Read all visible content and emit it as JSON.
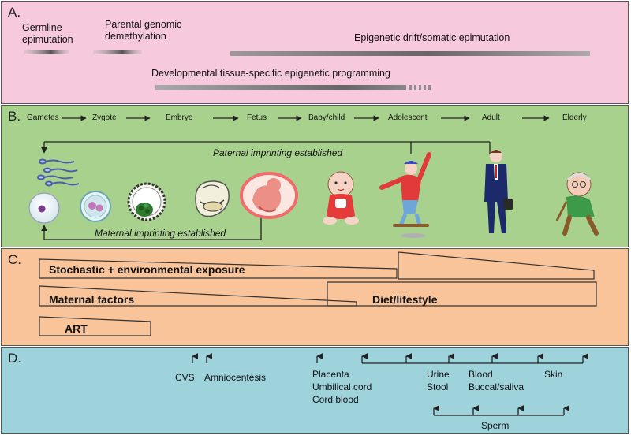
{
  "colors": {
    "panel_a": "#f7c9dc",
    "panel_b": "#a9d18e",
    "panel_c": "#f9c49a",
    "panel_d": "#9fd3dc",
    "bar": "#9c9c9c",
    "line": "#222222"
  },
  "panel_a": {
    "label": "A.",
    "germline": [
      "Germline",
      "epimutation"
    ],
    "parental": [
      "Parental genomic",
      "demethylation"
    ],
    "drift": "Epigenetic  drift/somatic epimutation",
    "developmental": "Developmental tissue-specific epigenetic programming"
  },
  "panel_b": {
    "label": "B.",
    "stages": [
      "Gametes",
      "Zygote",
      "Embryo",
      "Fetus",
      "Baby/child",
      "Adolescent",
      "Adult",
      "Elderly"
    ],
    "paternal": "Paternal imprinting established",
    "maternal": "Maternal imprinting established",
    "icons": [
      "sperm-cells-icon",
      "oocyte-icon",
      "zygote-icon",
      "blastocyst-icon",
      "embryo-icon",
      "fetus-icon",
      "baby-icon",
      "adolescent-skater-icon",
      "adult-businessman-icon",
      "elderly-man-icon"
    ]
  },
  "panel_c": {
    "label": "C.",
    "stochastic": "Stochastic + environmental exposure",
    "maternal_factors": "Maternal factors",
    "diet": "Diet/lifestyle",
    "art": "ART"
  },
  "panel_d": {
    "label": "D.",
    "cvs": "CVS",
    "amnio": "Amniocentesis",
    "placenta": [
      "Placenta",
      "Umbilical cord",
      "Cord blood"
    ],
    "urine": [
      "Urine",
      "Stool"
    ],
    "blood": [
      "Blood",
      "Buccal/saliva"
    ],
    "skin": "Skin",
    "sperm": "Sperm"
  }
}
